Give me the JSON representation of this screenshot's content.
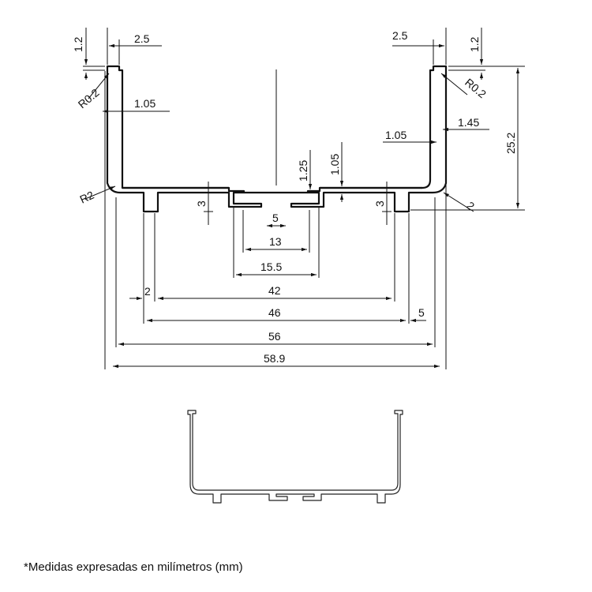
{
  "drawing": {
    "dims": {
      "flange_thickness": "1.2",
      "flange_width_left": "2.5",
      "flange_width_right": "2.5",
      "flange_thickness_right": "1.2",
      "radius_top_left": "R0.2",
      "radius_top_right": "R0.2",
      "wall_left": "1.05",
      "wall_right": "1.05",
      "wall_right_outer": "1.45",
      "height_total": "25.2",
      "radius_bottom_left": "R2",
      "radius_bottom_right": "2",
      "slot_depth": "1.25",
      "base_thickness": "1.05",
      "foot_height_left": "3",
      "foot_height_right": "3",
      "slot_gap": "5",
      "slot_inner": "13",
      "slot_outer": "15.5",
      "foot_inner": "42",
      "foot_outer": "46",
      "foot_width_left": "2",
      "foot_offset_right": "5",
      "inner_width": "56",
      "outer_width": "58.9"
    }
  },
  "footnote": "*Medidas expresadas en milímetros (mm)"
}
